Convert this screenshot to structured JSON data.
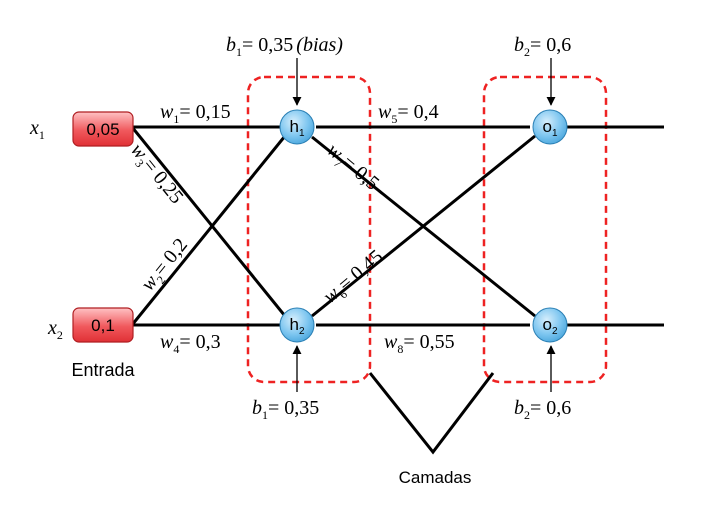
{
  "inputs": [
    {
      "var": "x",
      "sub": "1",
      "value": "0,05"
    },
    {
      "var": "x",
      "sub": "2",
      "value": "0,1"
    }
  ],
  "input_caption": "Entrada",
  "hidden_nodes": [
    {
      "letter": "h",
      "sub": "1"
    },
    {
      "letter": "h",
      "sub": "2"
    }
  ],
  "output_nodes": [
    {
      "letter": "o",
      "sub": "1"
    },
    {
      "letter": "o",
      "sub": "2"
    }
  ],
  "weights": [
    {
      "sym": "w",
      "sub": "1",
      "value": "= 0,15"
    },
    {
      "sym": "w",
      "sub": "2",
      "value": "= 0,2"
    },
    {
      "sym": "w",
      "sub": "3",
      "value": "= 0,25"
    },
    {
      "sym": "w",
      "sub": "4",
      "value": "= 0,3"
    },
    {
      "sym": "w",
      "sub": "5",
      "value": "= 0,4"
    },
    {
      "sym": "w",
      "sub": "6",
      "value": "= 0,45"
    },
    {
      "sym": "w",
      "sub": "7",
      "value": "= 0,5"
    },
    {
      "sym": "w",
      "sub": "8",
      "value": "= 0,55"
    }
  ],
  "biases": [
    {
      "sym": "b",
      "sub": "1",
      "value": "= 0,35",
      "note": "(bias)"
    },
    {
      "sym": "b",
      "sub": "1",
      "value": "= 0,35",
      "note": ""
    },
    {
      "sym": "b",
      "sub": "2",
      "value": "= 0,6",
      "note": ""
    },
    {
      "sym": "b",
      "sub": "2",
      "value": "= 0,6",
      "note": ""
    }
  ],
  "layers_caption": "Camadas",
  "colors": {
    "input_fill": "#e8383c",
    "input_fill_light": "#ffb3b5",
    "neuron_fill": "#5ab4e8",
    "neuron_fill_light": "#cfeafa",
    "dashed_box": "#ee2222",
    "line": "#000000"
  }
}
